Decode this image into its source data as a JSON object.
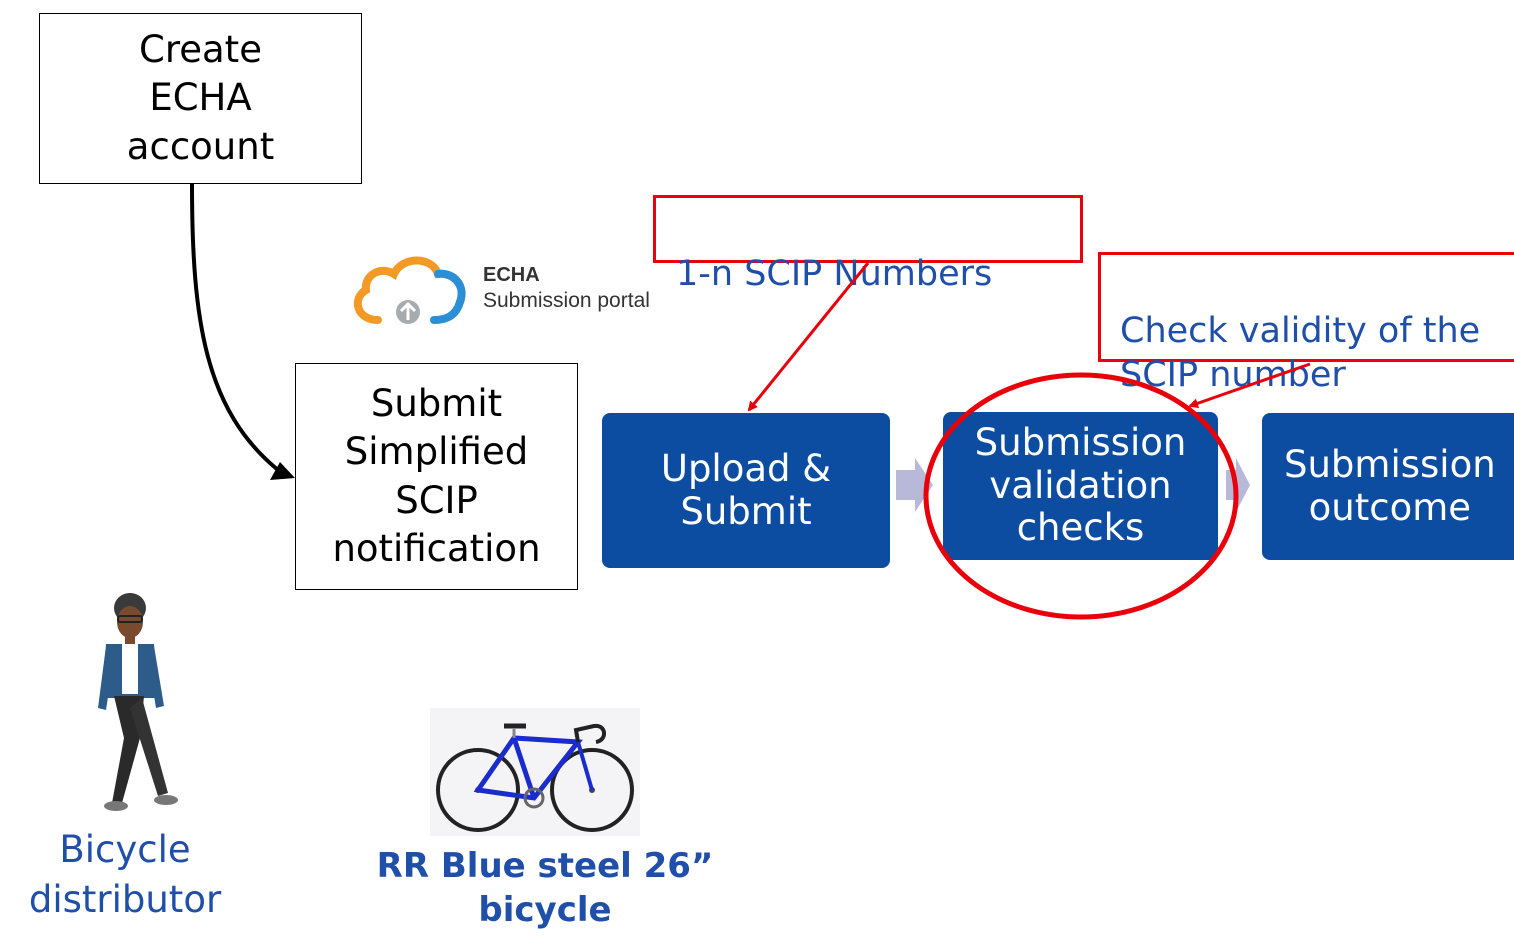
{
  "create_account": "Create\nECHA\naccount",
  "submit_notification": "Submit\nSimplified\nSCIP\nnotification",
  "portal_logo": {
    "name": "ECHA",
    "subtitle": "Submission portal"
  },
  "callouts": {
    "scip_numbers": "1-n SCIP Numbers",
    "check_validity": "Check validity of the\nSCIP number"
  },
  "process_steps": [
    {
      "label": "Upload &\nSubmit"
    },
    {
      "label": "Submission\nvalidation\nchecks"
    },
    {
      "label": "Submission\noutcome"
    }
  ],
  "person_caption": "Bicycle\ndistributor",
  "product_caption": "RR Blue steel 26”\nbicycle",
  "colors": {
    "step_fill": "#0c4da2",
    "callout_border": "#e8000b",
    "text_blue": "#1f4fa8",
    "connector_arrow": "#b8b9d9"
  }
}
